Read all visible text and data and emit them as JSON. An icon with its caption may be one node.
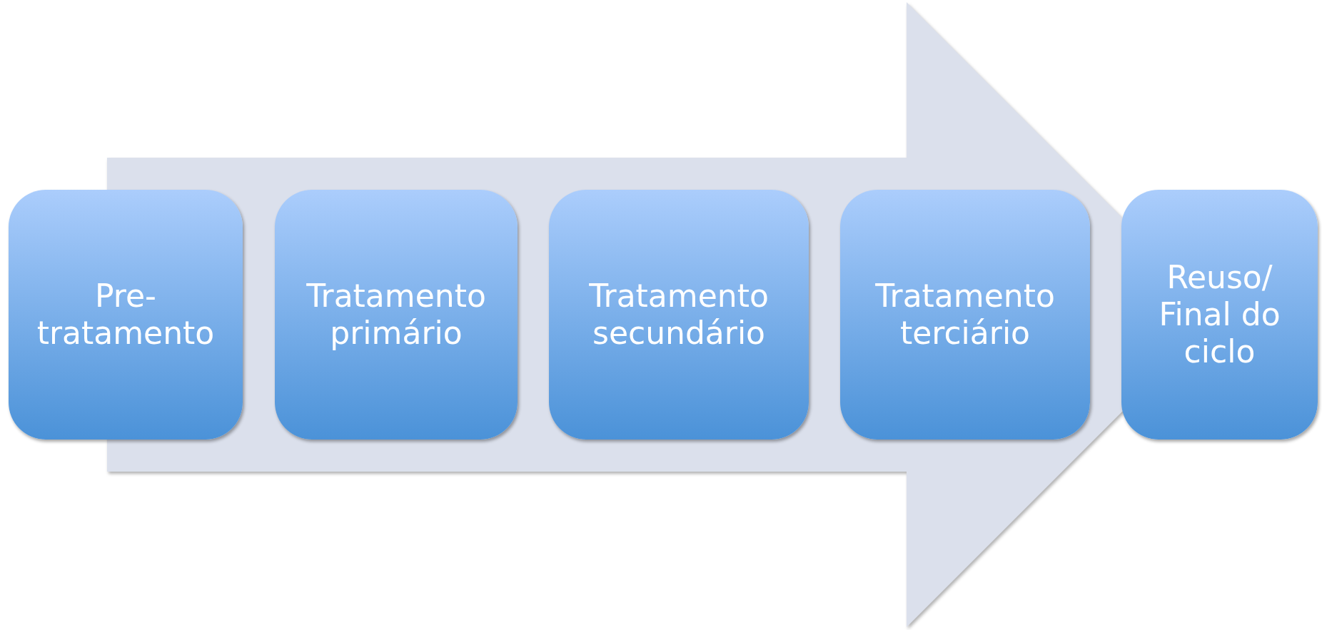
{
  "diagram": {
    "nodes": [
      {
        "text": [
          "Pre-tratamento"
        ]
      },
      {
        "text": [
          "Tratamento primário"
        ]
      },
      {
        "text": [
          "Tratamento secundário"
        ]
      },
      {
        "text": [
          "Tratamento terciário"
        ]
      },
      {
        "text": [
          "Reuso/ Final do ciclo"
        ]
      }
    ],
    "edges": [
      {
        "from": 0,
        "to": 4,
        "arrow": "to"
      }
    ]
  }
}
